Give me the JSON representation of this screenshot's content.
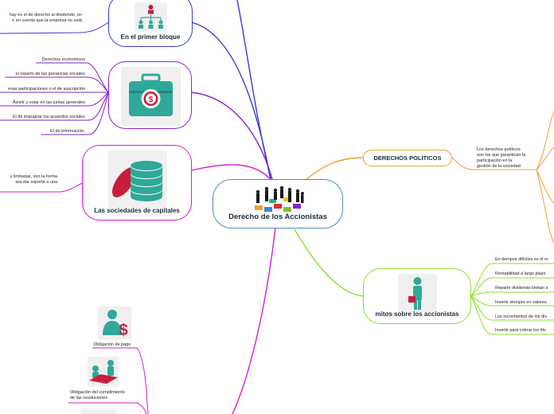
{
  "center": {
    "title": "Derecho de los Accionistas"
  },
  "left_nodes": {
    "primer_bloque": {
      "label": "En el primer bloque"
    },
    "sociedades": {
      "label": "Las sociedades de capitales"
    }
  },
  "left_texts": {
    "dividendo": "hay es el de derecho al dividendo, en\ne en cuenta que la empresa no está",
    "capitales_desc": "y limitadas, son la forma\nara dar soporte a una",
    "derechos": [
      "Derechos economicos",
      "el reparto de las ganancias sociales",
      "evas participaciones o el de suscripción",
      "Asistir y votar en las juntas generales",
      "El de impugnar los acuerdos sociales",
      "El de información."
    ]
  },
  "right_nodes": {
    "politicos": {
      "label": "DERECHOS POLÍTICOS"
    },
    "politicos_desc": "Los derechos políticos\nson los que garantizan la\nparticipación en la\ngestión de la sociedad:",
    "mitos": {
      "label": "mitos sobre los accionistas"
    },
    "mitos_items": [
      "En tiempos difíciles es el m",
      "Rentabilidad a largo plazo",
      "Repartir dividendo limitan s",
      "Invertir siempre en valores",
      "Los incrementos de los div",
      "Invertir para cobrar los div"
    ]
  },
  "bottom_items": [
    {
      "label": "Obligación de pago"
    },
    {
      "label": "Obligación del cumplimiento\nde las resoluciones"
    }
  ],
  "colors": {
    "blue": "#3a3ad6",
    "purple": "#8a1fd0",
    "magenta": "#d81ad8",
    "orange": "#f0a030",
    "green": "#88e028",
    "node_border_center": "#4a90c8",
    "teal": "#2fa89a",
    "red": "#c81e3c"
  }
}
